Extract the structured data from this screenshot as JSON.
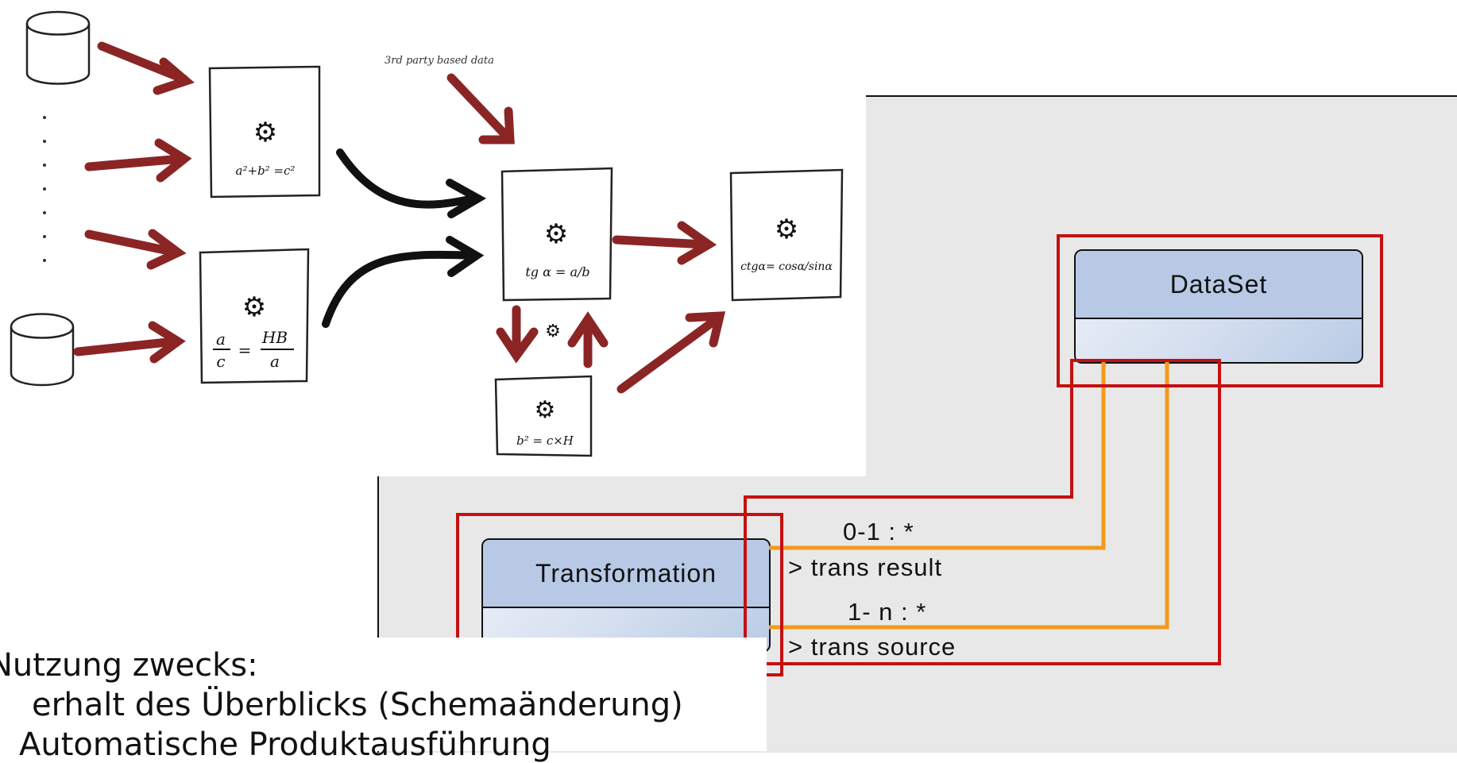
{
  "sketch": {
    "third_party_label": "3rd party based data",
    "dots": "· · · · · · ·",
    "formulas": {
      "box1": "a²+b² =c²",
      "box2_num": "a",
      "box2_den": "c",
      "box2_eq": "=",
      "box2_rnum": "HB",
      "box2_rden": "a",
      "box3": "tg α = a/b",
      "box4": "b² = c×H",
      "box5": "ctgα= cosα/sinα"
    }
  },
  "uml": {
    "dataset_class": "DataSet",
    "transformation_class": "Transformation",
    "assoc_result_mult": "0-1 : *",
    "assoc_result_name": ">  trans result",
    "assoc_source_mult": "1- n : *",
    "assoc_source_name": ">  trans source"
  },
  "colors": {
    "red_arrow": "#8b2525",
    "frame_red": "#c41010",
    "orange_line": "#f39a1a",
    "class_fill": "#b7c9e5",
    "panel_bg": "#e8e8e8"
  },
  "notes": {
    "line1": "Nutzung zwecks:",
    "line2": "erhalt des Überblicks (Schemaänderung)",
    "line3": "Automatische Produktausführung"
  }
}
